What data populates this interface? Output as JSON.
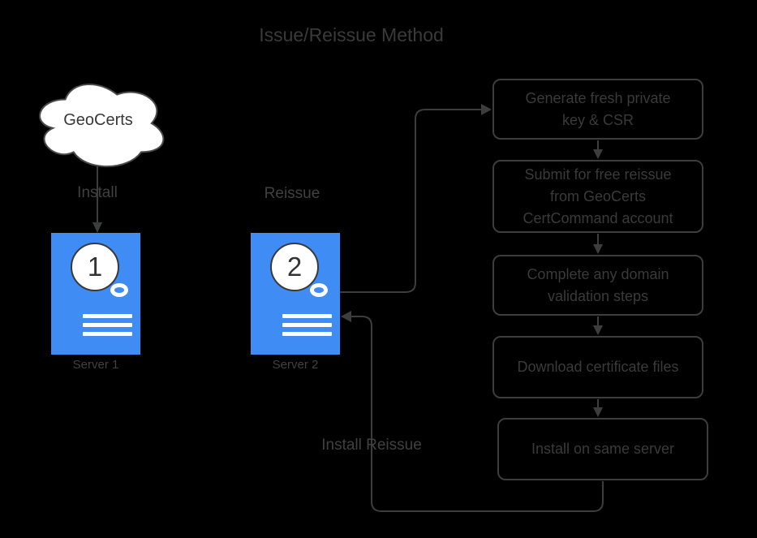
{
  "title": "Issue/Reissue Method",
  "colors": {
    "background": "#000000",
    "line": "#3d3d3d",
    "text": "#3a3a3a",
    "server_blue": "#3e8cf4",
    "shape_fill": "#ffffff"
  },
  "cloud": {
    "label": "GeoCerts"
  },
  "servers": [
    {
      "number": "1",
      "caption": "Server 1"
    },
    {
      "number": "2",
      "caption": "Server 2"
    }
  ],
  "labels": {
    "install": "Install",
    "reissue": "Reissue",
    "install_reissue": "Install Reissue"
  },
  "steps": [
    "Generate fresh private\nkey & CSR",
    "Submit for free reissue\nfrom GeoCerts\nCertCommand account",
    "Complete any domain\nvalidation steps",
    "Download certificate files",
    "Install on same server"
  ]
}
